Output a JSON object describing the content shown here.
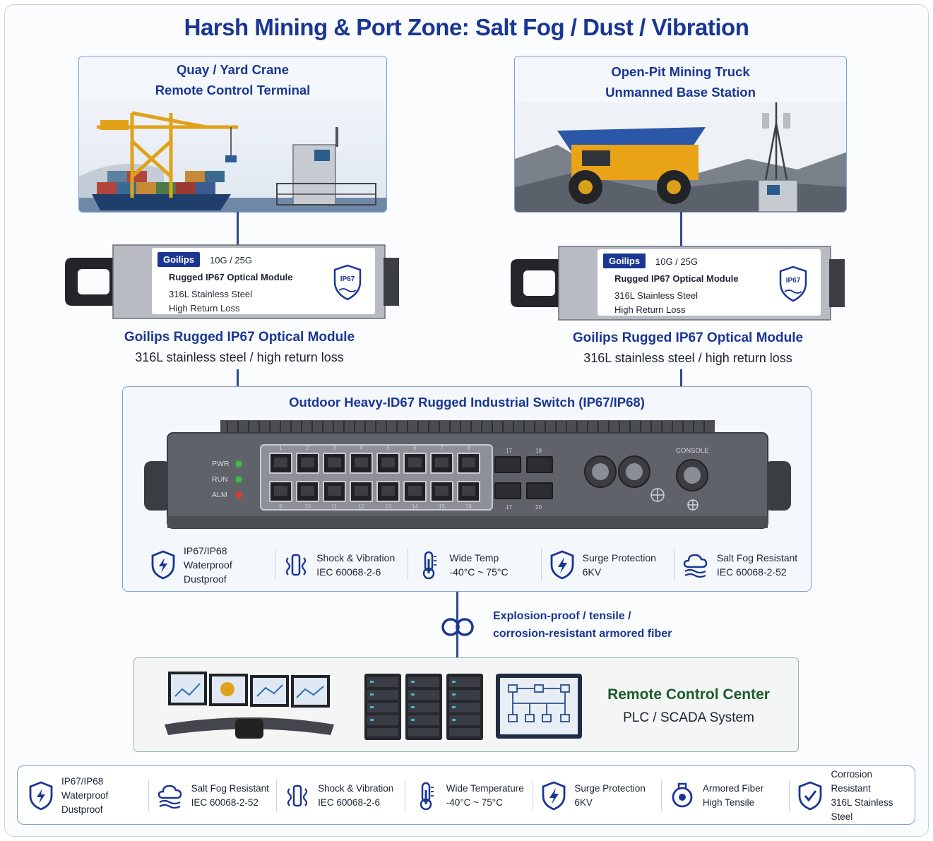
{
  "title": "Harsh Mining & Port Zone: Salt Fog / Dust / Vibration",
  "left_scene": {
    "title_line1": "Quay / Yard Crane",
    "title_line2": "Remote Control Terminal"
  },
  "right_scene": {
    "title_line1": "Open-Pit Mining Truck",
    "title_line2": "Unmanned Base Station"
  },
  "module": {
    "brand": "Goilips",
    "speed": "10G / 25G",
    "line1": "Rugged IP67 Optical Module",
    "line2": "316L Stainless Steel",
    "line3": "High Return Loss",
    "badge": "IP67",
    "label": "Goilips Rugged IP67 Optical Module",
    "sublabel": "316L stainless steel / high return loss"
  },
  "switch": {
    "title": "Outdoor Heavy-ID67 Rugged Industrial Switch (IP67/IP68)",
    "leds": [
      "PWR",
      "RUN",
      "ALM"
    ],
    "led_colors": [
      "#3fbf4a",
      "#3fbf4a",
      "#e03a2f"
    ],
    "top_port_numbers": [
      "1",
      "2",
      "3",
      "4",
      "5",
      "6",
      "7",
      "8"
    ],
    "bottom_port_numbers": [
      "9",
      "10",
      "11",
      "12",
      "13",
      "14",
      "15",
      "16"
    ],
    "sfp_top": [
      "17",
      "18"
    ],
    "sfp_bottom": [
      "17",
      "20"
    ],
    "console_label": "CONSOLE",
    "features": [
      {
        "icon": "shield-bolt-icon",
        "lines": [
          "IP67/IP68",
          "Waterproof",
          "Dustproof"
        ]
      },
      {
        "icon": "vibration-icon",
        "lines": [
          "Shock & Vibration",
          "IEC 60068-2-6"
        ]
      },
      {
        "icon": "thermometer-icon",
        "lines": [
          "Wide Temp",
          "-40°C ~ 75°C"
        ]
      },
      {
        "icon": "surge-shield-icon",
        "lines": [
          "Surge Protection",
          "6KV"
        ]
      },
      {
        "icon": "salt-fog-icon",
        "lines": [
          "Salt Fog Resistant",
          "IEC 60068-2-52"
        ]
      }
    ]
  },
  "fiber": {
    "line1": "Explosion-proof / tensile /",
    "line2": "corrosion-resistant armored fiber"
  },
  "control_center": {
    "title": "Remote Control Center",
    "subtitle": "PLC / SCADA System"
  },
  "bottom_features": [
    {
      "icon": "shield-bolt-icon",
      "lines": [
        "IP67/IP68",
        "Waterproof",
        "Dustproof"
      ]
    },
    {
      "icon": "salt-fog-icon",
      "lines": [
        "Salt Fog Resistant",
        "IEC 60068-2-52"
      ]
    },
    {
      "icon": "vibration-icon",
      "lines": [
        "Shock & Vibration",
        "IEC 60068-2-6"
      ]
    },
    {
      "icon": "thermometer-icon",
      "lines": [
        "Wide Temperature",
        "-40°C ~ 75°C"
      ]
    },
    {
      "icon": "surge-shield-icon",
      "lines": [
        "Surge Protection",
        "6KV"
      ]
    },
    {
      "icon": "armored-fiber-icon",
      "lines": [
        "Armored Fiber",
        "High Tensile"
      ]
    },
    {
      "icon": "corrosion-shield-icon",
      "lines": [
        "Corrosion Resistant",
        "316L Stainless Steel"
      ]
    }
  ],
  "colors": {
    "primary_blue": "#1a3693",
    "line_blue": "#2a4d8c",
    "control_green": "#1d5a2c",
    "card_border": "#7ea1d4"
  }
}
